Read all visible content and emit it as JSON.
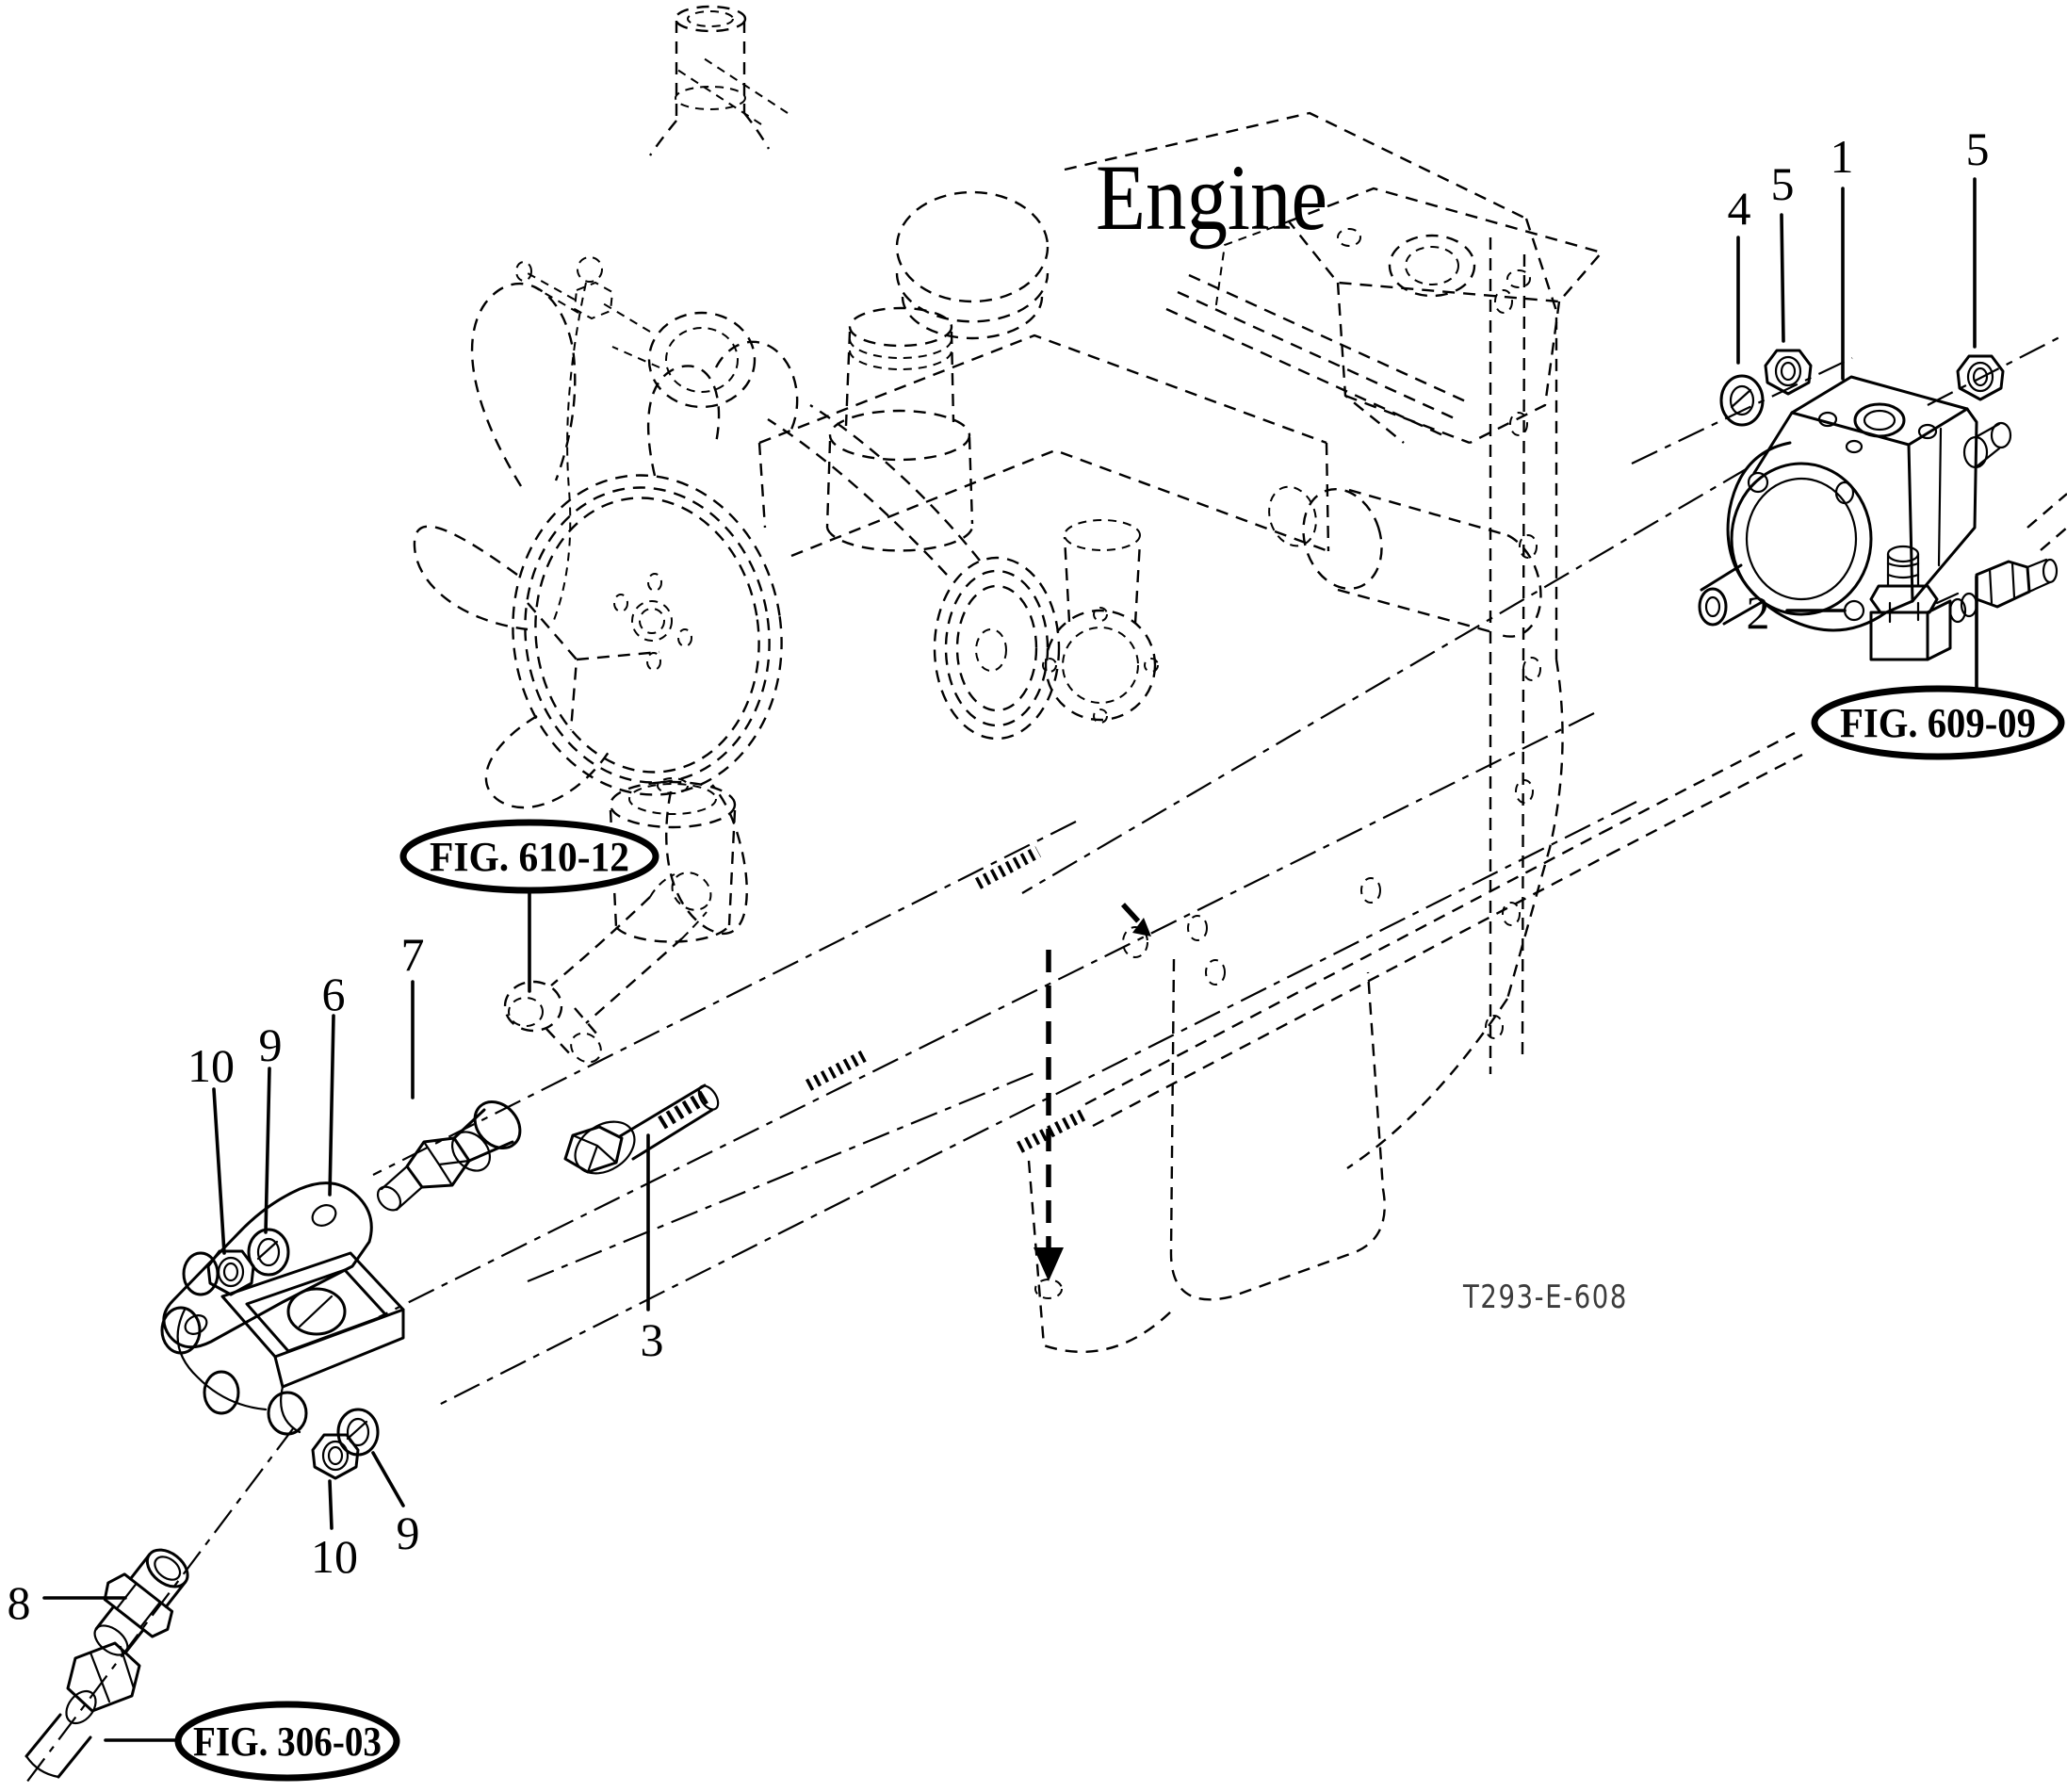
{
  "figure": {
    "engine_label": "Engine",
    "drawing_code": "T293-E-608"
  },
  "callouts": {
    "1": "1",
    "2": "2",
    "3": "3",
    "4": "4",
    "5": "5",
    "6": "6",
    "7": "7",
    "8": "8",
    "9": "9",
    "10": "10"
  },
  "fig_refs": {
    "fig_610_12": {
      "label": "FIG. 610-12"
    },
    "fig_609_09": {
      "label": "FIG. 609-09"
    },
    "fig_306_03": {
      "label": "FIG. 306-03"
    }
  },
  "colors": {
    "ink": "#000000",
    "paper": "#ffffff",
    "code_text": "#3c3c3c"
  }
}
